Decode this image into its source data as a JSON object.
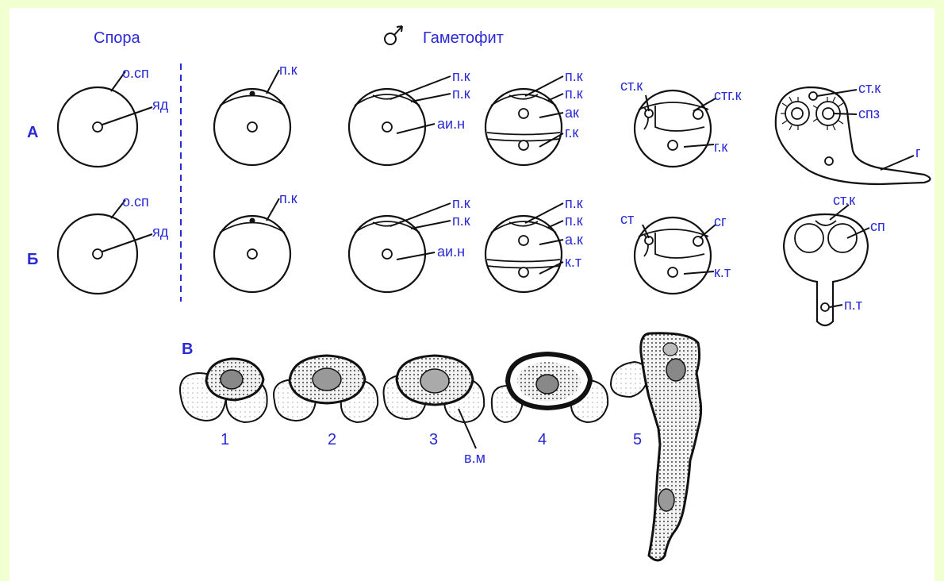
{
  "headers": {
    "spore": "Спора",
    "male_symbol": "♂",
    "gametophyte": "Гаметофит"
  },
  "rows": {
    "a": "А",
    "b": "Б",
    "c": "В"
  },
  "row_a": {
    "spore": {
      "wall": "о.сп",
      "nucleus": "яд"
    },
    "stage2": {
      "prothallial": "п.к"
    },
    "stage3": {
      "prothallial1": "п.к",
      "prothallial2": "п.к",
      "antheridial": "аи.н"
    },
    "stage4": {
      "prothallial1": "п.к",
      "prothallial2": "п.к",
      "antheridial": "ак",
      "generative": "г.к"
    },
    "stage5": {
      "stalk": "ст.к",
      "spermatogenous": "стг.к",
      "generative": "г.к"
    },
    "stage6": {
      "stalk": "ст.к",
      "spermatozoids": "спз",
      "tube": "г"
    }
  },
  "row_b": {
    "spore": {
      "wall": "о.сп",
      "nucleus": "яд"
    },
    "stage2": {
      "prothallial": "п.к"
    },
    "stage3": {
      "prothallial1": "п.к",
      "prothallial2": "п.к",
      "antheridial": "аи.н"
    },
    "stage4": {
      "prothallial1": "п.к",
      "prothallial2": "п.к",
      "antheridial": "а.к",
      "tube_cell": "к.т"
    },
    "stage5": {
      "stalk": "ст",
      "sperm_cell": "сг",
      "tube_cell": "к.т"
    },
    "stage6": {
      "stalk": "ст.к",
      "sperm": "сп",
      "pollen_tube": "п.т"
    }
  },
  "row_c": {
    "numbers": [
      "1",
      "2",
      "3",
      "4",
      "5"
    ],
    "air_sac": "в.м"
  }
}
